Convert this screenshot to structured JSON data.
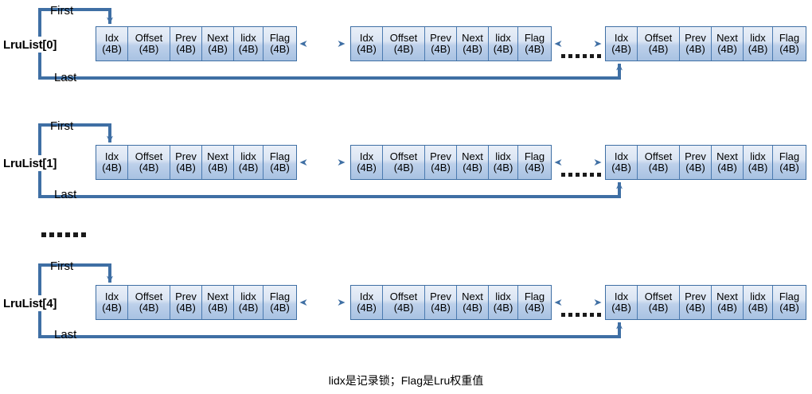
{
  "diagram": {
    "title_caption": "lidx是记录锁；Flag是Lru权重值",
    "colors": {
      "wire": "#3f6fa4",
      "node_border": "#3f6fa4",
      "node_fill_top": "#e9eff8",
      "node_fill_bottom": "#a8c2e2",
      "text": "#000000"
    },
    "pointer_labels": {
      "first": "First",
      "last": "Last"
    },
    "node_fields": [
      {
        "name": "Idx",
        "size": "(4B)"
      },
      {
        "name": "Offset",
        "size": "(4B)"
      },
      {
        "name": "Prev",
        "size": "(4B)"
      },
      {
        "name": "Next",
        "size": "(4B)"
      },
      {
        "name": "lidx",
        "size": "(4B)"
      },
      {
        "name": "Flag",
        "size": "(4B)"
      }
    ],
    "rows": [
      {
        "label": "LruList[0]",
        "first_label": "First",
        "last_label": "Last",
        "nodes": [
          {
            "fields": [
              {
                "name": "Idx",
                "size": "(4B)"
              },
              {
                "name": "Offset",
                "size": "(4B)"
              },
              {
                "name": "Prev",
                "size": "(4B)"
              },
              {
                "name": "Next",
                "size": "(4B)"
              },
              {
                "name": "lidx",
                "size": "(4B)"
              },
              {
                "name": "Flag",
                "size": "(4B)"
              }
            ]
          },
          {
            "fields": [
              {
                "name": "Idx",
                "size": "(4B)"
              },
              {
                "name": "Offset",
                "size": "(4B)"
              },
              {
                "name": "Prev",
                "size": "(4B)"
              },
              {
                "name": "Next",
                "size": "(4B)"
              },
              {
                "name": "lidx",
                "size": "(4B)"
              },
              {
                "name": "Flag",
                "size": "(4B)"
              }
            ]
          },
          {
            "fields": [
              {
                "name": "Idx",
                "size": "(4B)"
              },
              {
                "name": "Offset",
                "size": "(4B)"
              },
              {
                "name": "Prev",
                "size": "(4B)"
              },
              {
                "name": "Next",
                "size": "(4B)"
              },
              {
                "name": "lidx",
                "size": "(4B)"
              },
              {
                "name": "Flag",
                "size": "(4B)"
              }
            ]
          }
        ]
      },
      {
        "label": "LruList[1]",
        "first_label": "First",
        "last_label": "Last",
        "nodes": [
          {
            "fields": [
              {
                "name": "Idx",
                "size": "(4B)"
              },
              {
                "name": "Offset",
                "size": "(4B)"
              },
              {
                "name": "Prev",
                "size": "(4B)"
              },
              {
                "name": "Next",
                "size": "(4B)"
              },
              {
                "name": "lidx",
                "size": "(4B)"
              },
              {
                "name": "Flag",
                "size": "(4B)"
              }
            ]
          },
          {
            "fields": [
              {
                "name": "Idx",
                "size": "(4B)"
              },
              {
                "name": "Offset",
                "size": "(4B)"
              },
              {
                "name": "Prev",
                "size": "(4B)"
              },
              {
                "name": "Next",
                "size": "(4B)"
              },
              {
                "name": "lidx",
                "size": "(4B)"
              },
              {
                "name": "Flag",
                "size": "(4B)"
              }
            ]
          },
          {
            "fields": [
              {
                "name": "Idx",
                "size": "(4B)"
              },
              {
                "name": "Offset",
                "size": "(4B)"
              },
              {
                "name": "Prev",
                "size": "(4B)"
              },
              {
                "name": "Next",
                "size": "(4B)"
              },
              {
                "name": "lidx",
                "size": "(4B)"
              },
              {
                "name": "Flag",
                "size": "(4B)"
              }
            ]
          }
        ]
      },
      {
        "label": "LruList[4]",
        "first_label": "First",
        "last_label": "Last",
        "nodes": [
          {
            "fields": [
              {
                "name": "Idx",
                "size": "(4B)"
              },
              {
                "name": "Offset",
                "size": "(4B)"
              },
              {
                "name": "Prev",
                "size": "(4B)"
              },
              {
                "name": "Next",
                "size": "(4B)"
              },
              {
                "name": "lidx",
                "size": "(4B)"
              },
              {
                "name": "Flag",
                "size": "(4B)"
              }
            ]
          },
          {
            "fields": [
              {
                "name": "Idx",
                "size": "(4B)"
              },
              {
                "name": "Offset",
                "size": "(4B)"
              },
              {
                "name": "Prev",
                "size": "(4B)"
              },
              {
                "name": "Next",
                "size": "(4B)"
              },
              {
                "name": "lidx",
                "size": "(4B)"
              },
              {
                "name": "Flag",
                "size": "(4B)"
              }
            ]
          },
          {
            "fields": [
              {
                "name": "Idx",
                "size": "(4B)"
              },
              {
                "name": "Offset",
                "size": "(4B)"
              },
              {
                "name": "Prev",
                "size": "(4B)"
              },
              {
                "name": "Next",
                "size": "(4B)"
              },
              {
                "name": "lidx",
                "size": "(4B)"
              },
              {
                "name": "Flag",
                "size": "(4B)"
              }
            ]
          }
        ]
      }
    ],
    "row_ellipsis": "......",
    "inline_ellipsis": "......"
  }
}
